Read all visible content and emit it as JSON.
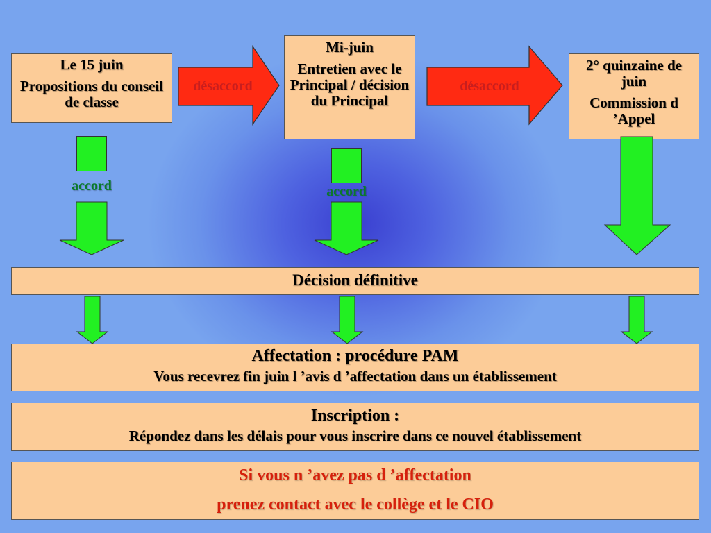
{
  "stage1": {
    "date": "Le 15 juin",
    "text": "Propositions du conseil de classe"
  },
  "stage2": {
    "date": "Mi-juin",
    "text": "Entretien avec le Principal / décision du Principal"
  },
  "stage3": {
    "date": "2° quinzaine de  juin",
    "text": "Commission d ’Appel"
  },
  "disagree_label": "désaccord",
  "agree_label": "accord",
  "decision": {
    "title": "Décision définitive"
  },
  "affectation": {
    "title": "Affectation : procédure PAM",
    "text": "Vous recevrez fin juin l ’avis d ’affectation dans un établissement"
  },
  "inscription": {
    "title": "Inscription :",
    "text": "Répondez dans les délais pour vous inscrire dans ce nouvel établissement"
  },
  "notice": {
    "line1": "Si vous n ’avez pas d ’affectation",
    "line2": "prenez contact avec le collège et le CIO"
  },
  "colors": {
    "box": "#fccc98",
    "red_arrow": "#ff2a12",
    "green_arrow": "#22f022",
    "red_text": "#c81e1e",
    "green_text": "#0a7a2a"
  }
}
